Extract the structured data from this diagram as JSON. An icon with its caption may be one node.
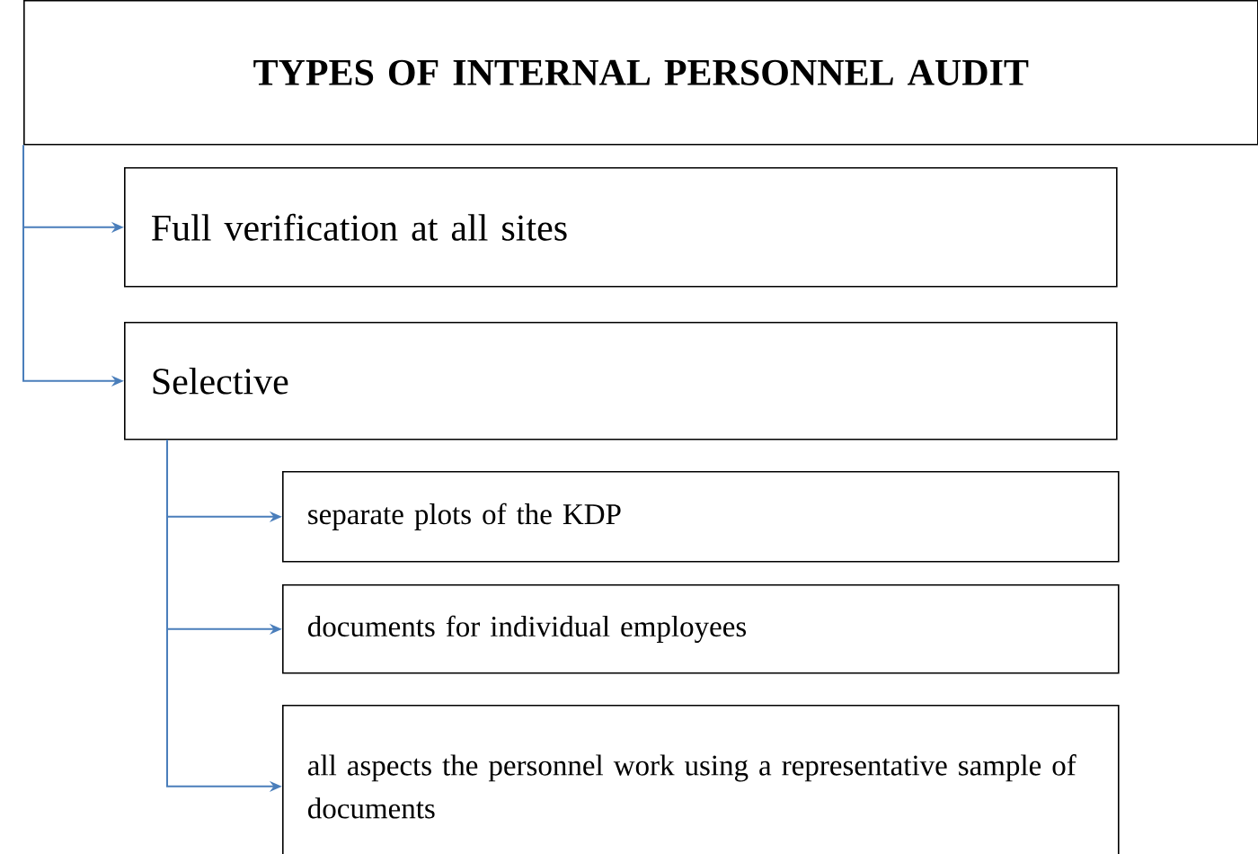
{
  "diagram": {
    "nodes": [
      {
        "text": [
          "TYPES OF INTERNAL PERSONNEL AUDIT"
        ]
      },
      {
        "text": [
          "Full verification at all sites"
        ]
      },
      {
        "text": [
          "Selective"
        ]
      },
      {
        "text": [
          "separate plots of the KDP"
        ]
      },
      {
        "text": [
          "documents for individual employees"
        ]
      },
      {
        "text": [
          "all aspects the personnel work using a representative sample of documents"
        ]
      }
    ],
    "edges": [
      {
        "from": 0,
        "to": 1,
        "arrow": "to"
      },
      {
        "from": 0,
        "to": 2,
        "arrow": "to"
      },
      {
        "from": 2,
        "to": 3,
        "arrow": "to"
      },
      {
        "from": 2,
        "to": 4,
        "arrow": "to"
      },
      {
        "from": 2,
        "to": 5,
        "arrow": "to"
      }
    ]
  }
}
